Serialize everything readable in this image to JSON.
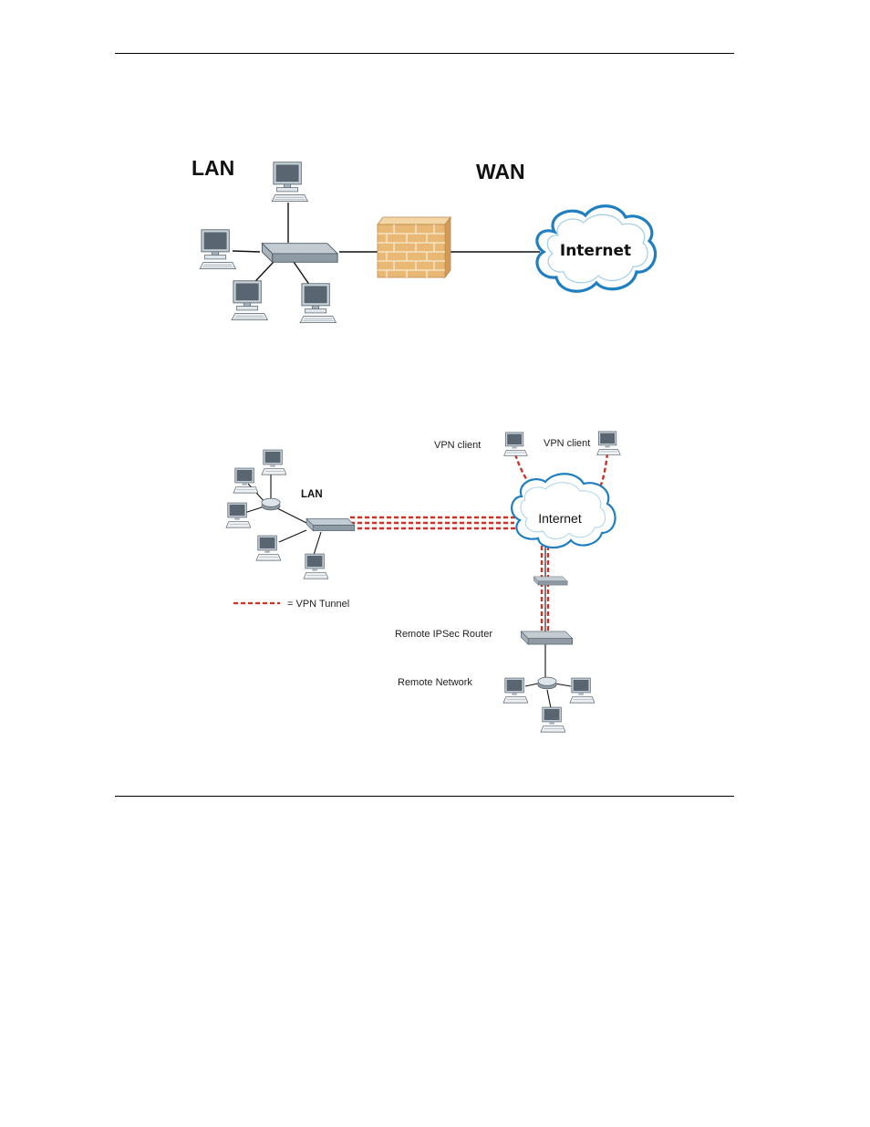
{
  "figure1": {
    "lan_label": "LAN",
    "wan_label": "WAN",
    "cloud_label": "Internet"
  },
  "figure2": {
    "lan_label": "LAN",
    "cloud_label": "Internet",
    "vpn_client_left": "VPN client",
    "vpn_client_right": "VPN client",
    "legend_text": "= VPN Tunnel",
    "remote_router_label": "Remote IPSec Router",
    "remote_network_label": "Remote Network"
  },
  "colors": {
    "tunnel": "#c8342a",
    "cloud_stroke": "#1f7fc0",
    "firewall": "#e8b874"
  }
}
